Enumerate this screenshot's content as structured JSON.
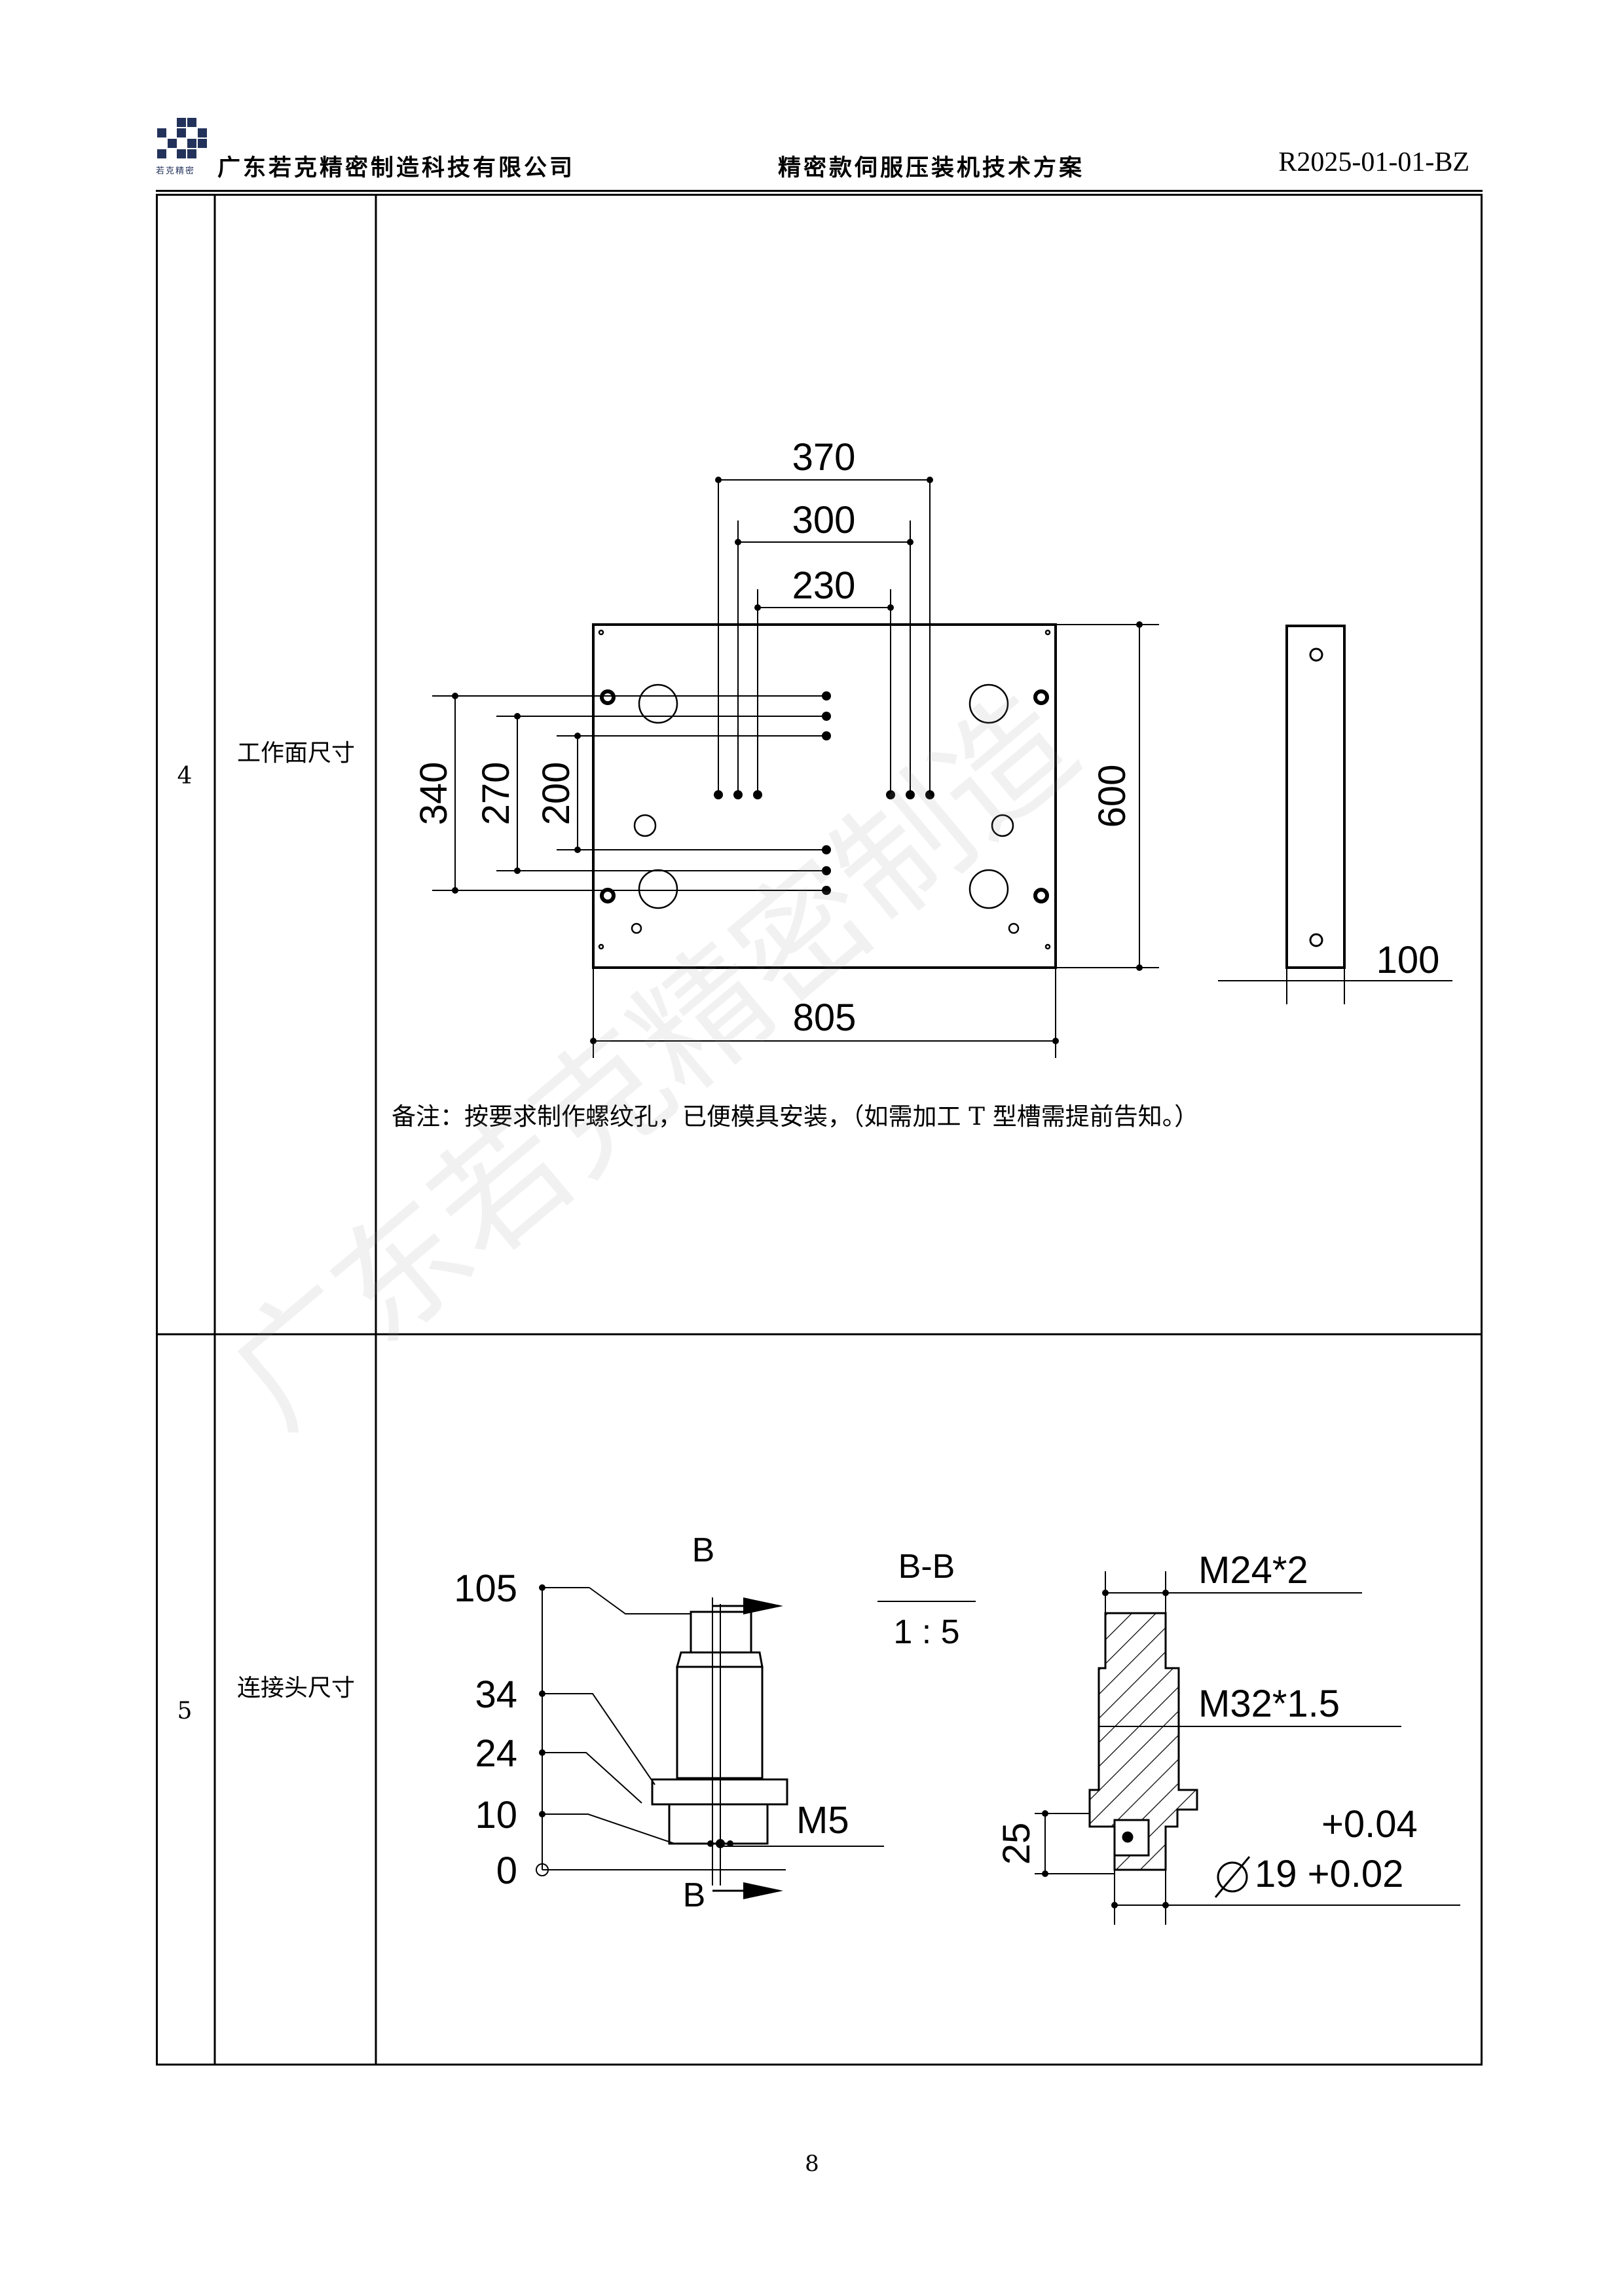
{
  "header": {
    "logo_caption": "若克精密",
    "company": "广东若克精密制造科技有限公司",
    "doc_title": "精密款伺服压装机技术方案",
    "doc_code": "R2025-01-01-BZ"
  },
  "watermark": "广东若克精密制造",
  "rows": [
    {
      "no": "4",
      "name": "工作面尺寸",
      "remark": "备注：按要求制作螺纹孔，已便模具安装，（如需加工 T 型槽需提前告知。）",
      "dims": {
        "w370": "370",
        "w300": "300",
        "w230": "230",
        "h340": "340",
        "h270": "270",
        "h200": "200",
        "h600": "600",
        "w805": "805",
        "w100": "100"
      }
    },
    {
      "no": "5",
      "name": "连接头尺寸",
      "dims": {
        "b_top": "B",
        "b_bottom": "B",
        "section": "B-B",
        "scale": "1 : 5",
        "y105": "105",
        "y34": "34",
        "y24": "24",
        "y10": "10",
        "y0": "0",
        "m5": "M5",
        "m24": "M24*2",
        "m32": "M32*1.5",
        "d25": "25",
        "tol_upper": "+0.04",
        "dia": "19 +0.02"
      }
    }
  ],
  "page_number": "8"
}
